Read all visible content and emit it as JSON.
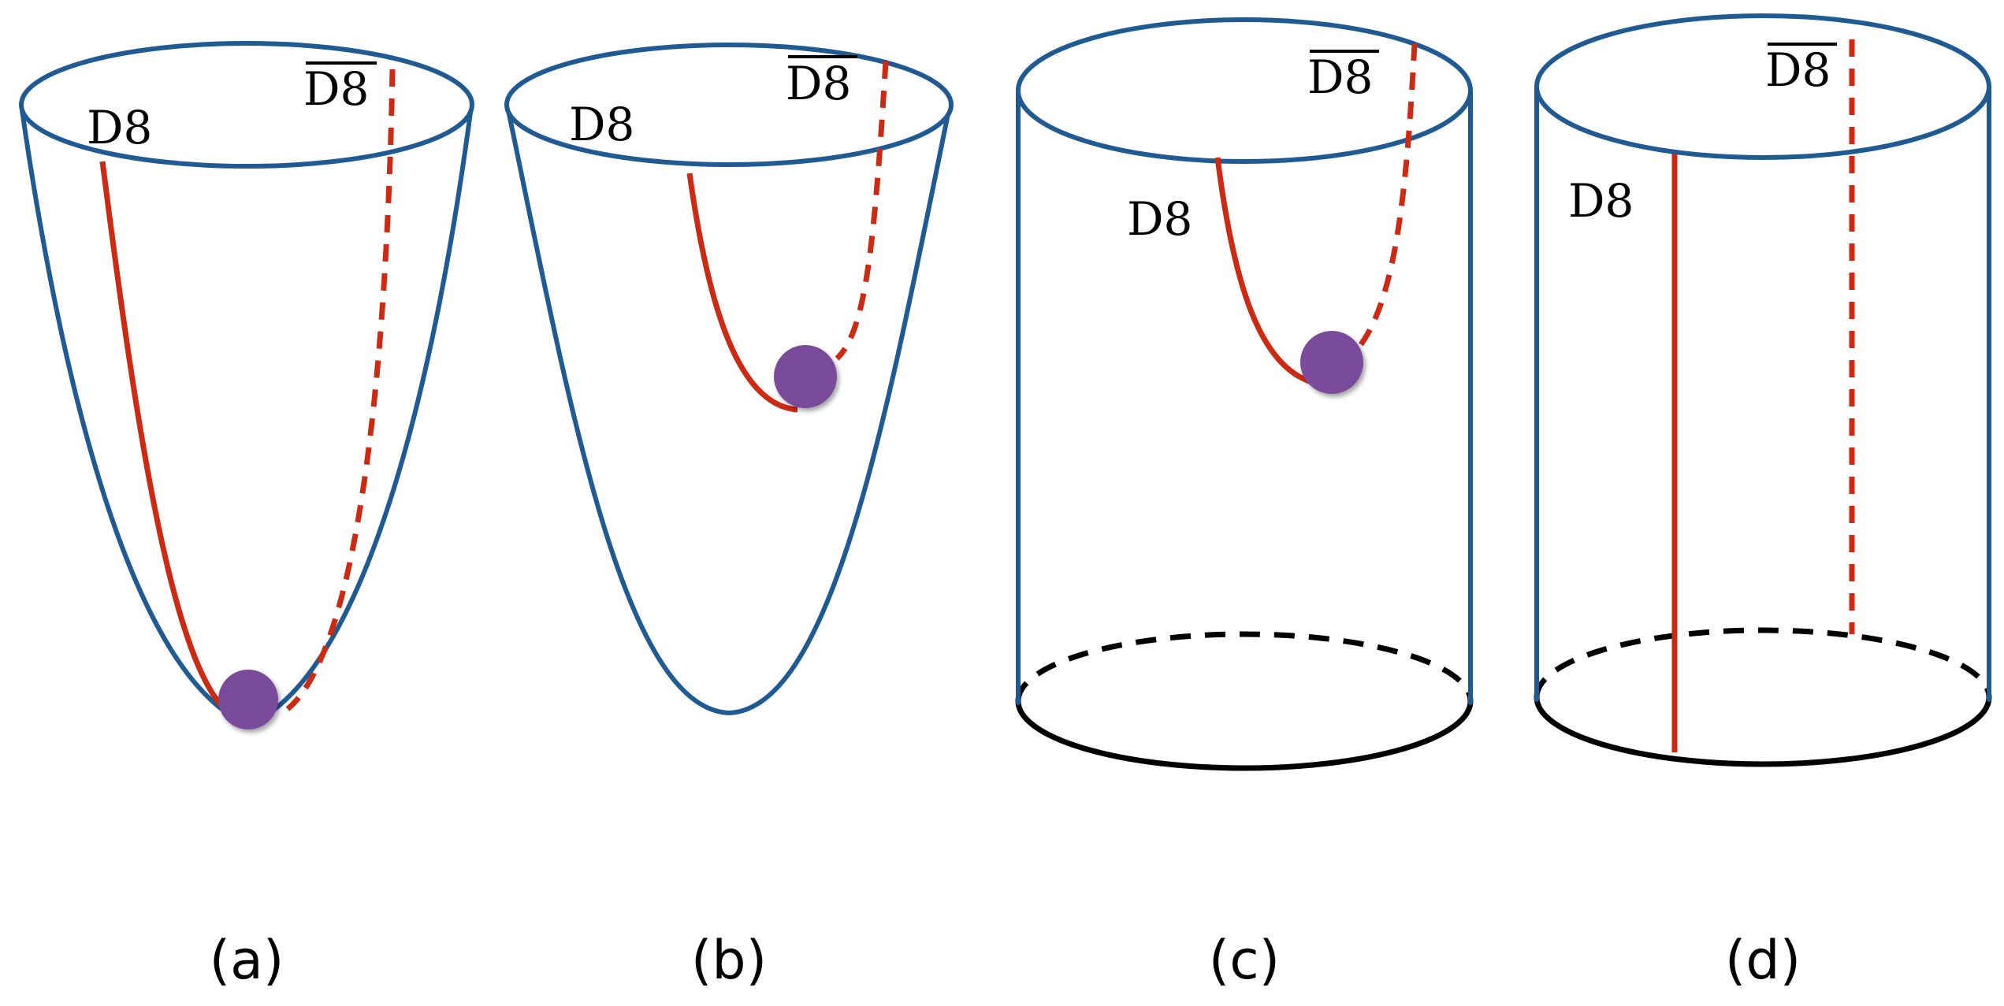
{
  "brane_label": "D8",
  "antibrane_label": "D8",
  "panels": [
    {
      "caption": "(a)"
    },
    {
      "caption": "(b)"
    },
    {
      "caption": "(c)"
    },
    {
      "caption": "(d)"
    }
  ],
  "colors": {
    "outline": "#1f5a92",
    "brane": "#cc2a12",
    "blob": "#7a4b9a",
    "base": "#000000"
  }
}
